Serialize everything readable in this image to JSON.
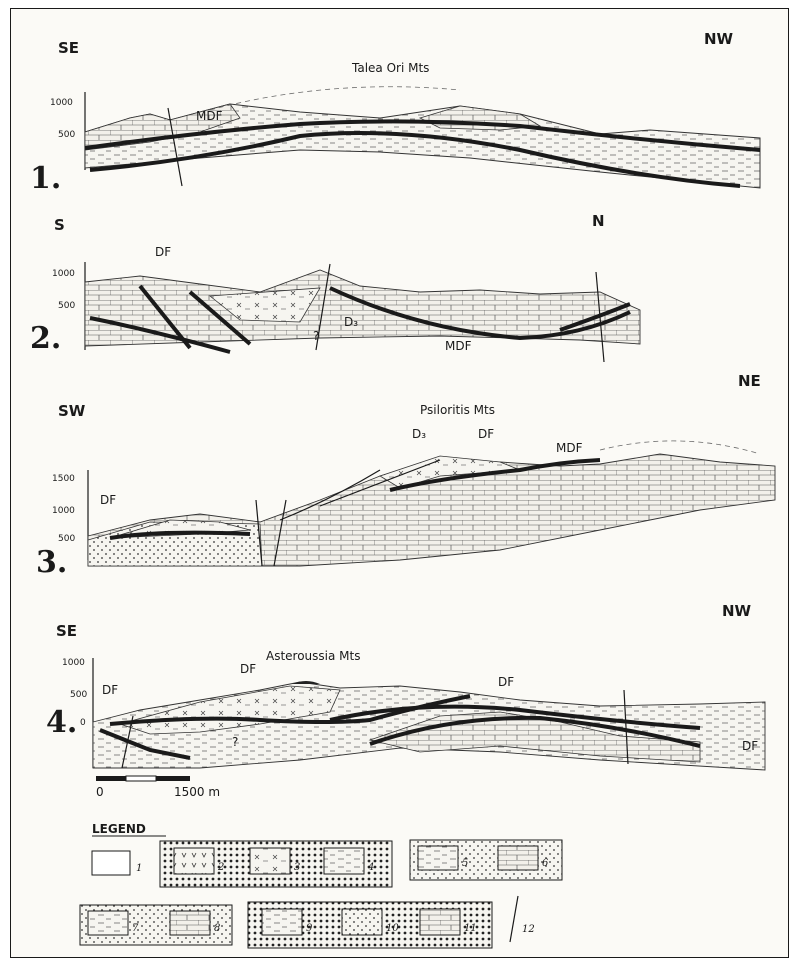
{
  "sections": [
    {
      "number": "1.",
      "left": "SE",
      "right": "NW",
      "mountain": "Talea Ori  Mts",
      "faults": [
        "MDF"
      ],
      "depth_ticks": [
        "1000",
        "500"
      ]
    },
    {
      "number": "2.",
      "left": "S",
      "right": "N",
      "mountain": "",
      "faults": [
        "DF",
        "MDF",
        "D₃"
      ],
      "depth_ticks": [
        "1000",
        "500"
      ],
      "query": "?"
    },
    {
      "number": "3.",
      "left": "SW",
      "right": "NE",
      "mountain": "Psiloritis Mts",
      "faults": [
        "DF",
        "D₃",
        "DF",
        "MDF"
      ],
      "depth_ticks": [
        "1500",
        "1000",
        "500"
      ]
    },
    {
      "number": "4.",
      "left": "SE",
      "right": "NW",
      "mountain": "Asteroussia Mts",
      "faults": [
        "DF",
        "DF",
        "DF",
        "DF"
      ],
      "depth_ticks": [
        "1000",
        "500",
        "0"
      ],
      "query": "?"
    }
  ],
  "scale": {
    "zero": "0",
    "length": "1500 m"
  },
  "legend": {
    "title": "LEGEND",
    "items": [
      "1",
      "2",
      "3",
      "4",
      "5",
      "6",
      "7",
      "8",
      "9",
      "10",
      "11",
      "12"
    ]
  }
}
